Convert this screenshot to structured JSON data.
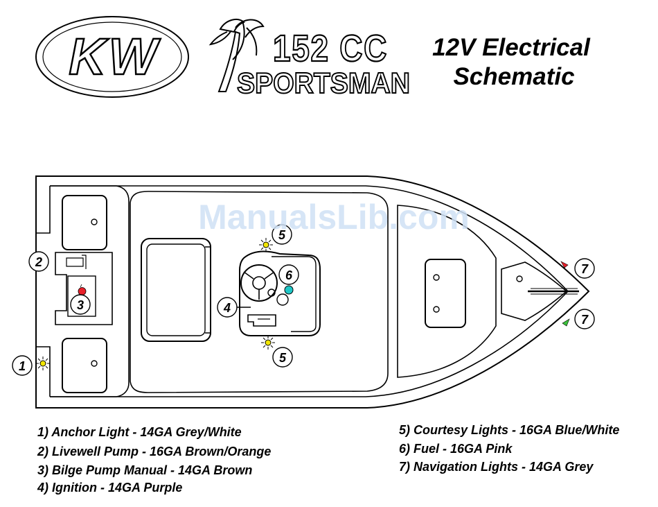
{
  "logo": {
    "brand": "KW",
    "model_number": "152 CC",
    "model_name": "SPORTSMAN"
  },
  "title": {
    "line1": "12V Electrical",
    "line2": "Schematic"
  },
  "watermark": "ManualsLib.com",
  "callouts": {
    "c1": "1",
    "c2": "2",
    "c3": "3",
    "c4": "4",
    "c5a": "5",
    "c5b": "5",
    "c6": "6",
    "c7a": "7",
    "c7b": "7"
  },
  "legend": {
    "item1": "1) Anchor Light - 14GA Grey/White",
    "item2": "2) Livewell Pump - 16GA Brown/Orange",
    "item3": "3) Bilge Pump Manual - 14GA Brown",
    "item4": "4) Ignition - 14GA Purple",
    "item5": "5) Courtesy Lights  - 16GA Blue/White",
    "item6": "6) Fuel - 16GA Pink",
    "item7": "7) Navigation Lights - 14GA Grey"
  },
  "colors": {
    "outline": "#000000",
    "light_yellow": "#f2e600",
    "fuel_cyan": "#1fc7c7",
    "nav_red": "#e8202a",
    "nav_green": "#3cc43c",
    "watermark": "#cfe0f5"
  }
}
